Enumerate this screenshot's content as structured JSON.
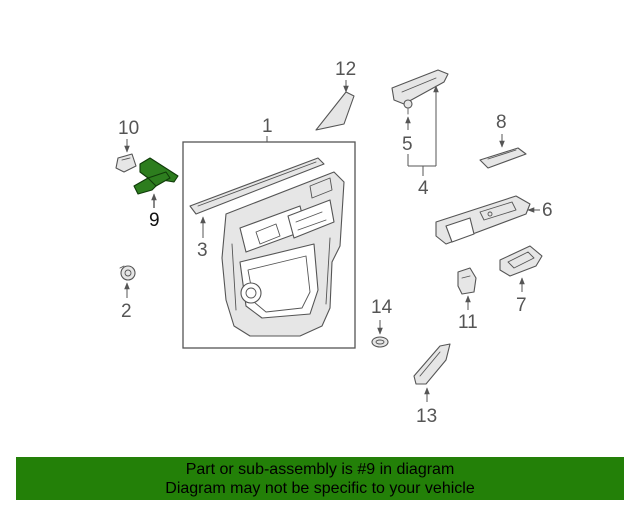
{
  "diagram": {
    "callouts": {
      "c1": "1",
      "c2": "2",
      "c3": "3",
      "c4": "4",
      "c5": "5",
      "c6": "6",
      "c7": "7",
      "c8": "8",
      "c9": "9",
      "c10": "10",
      "c11": "11",
      "c12": "12",
      "c13": "13",
      "c14": "14"
    },
    "highlighted_part": "9",
    "colors": {
      "highlight": "#2d7d1e",
      "banner": "#238008",
      "line": "#555555"
    }
  },
  "banner": {
    "line1": "Part or sub-assembly is #9 in diagram",
    "line2": "Diagram may not be specific to your vehicle"
  }
}
